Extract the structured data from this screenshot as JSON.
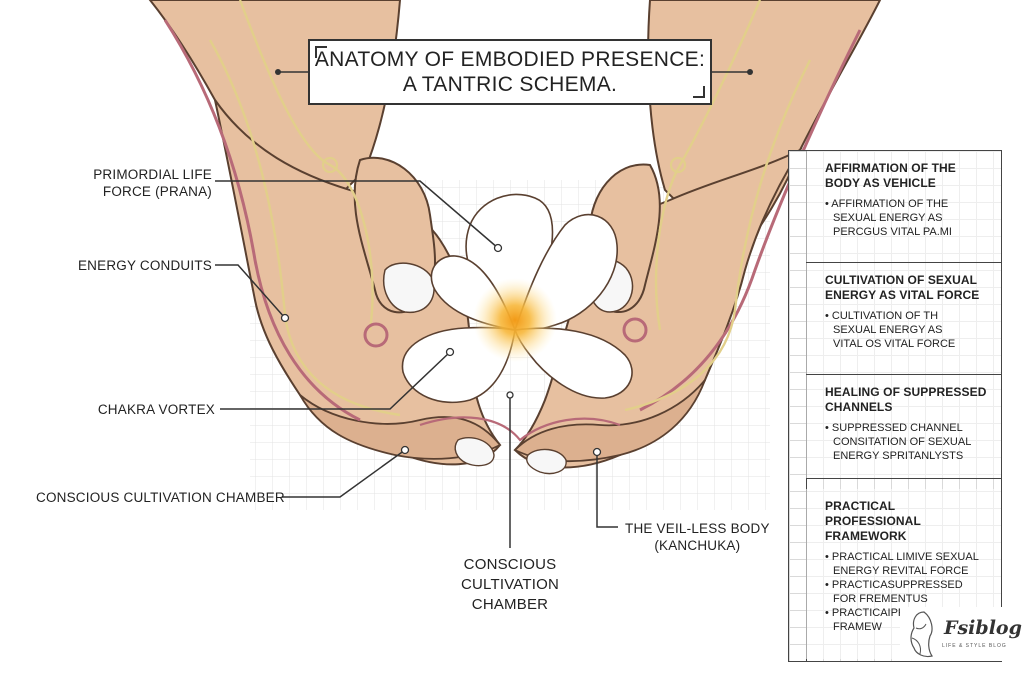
{
  "title": {
    "line1": "ANATOMY OF EMBODIED PRESENCE:",
    "line2": "A TANTRIC SCHEMA."
  },
  "labels": {
    "primordial_line1": "PRIMORDIAL LIFE",
    "primordial_line2": "FORCE (PRANA)",
    "energy_conduits": "ENERGY CONDUITS",
    "chakra_vortex": "CHAKRA VORTEX",
    "chamber_left": "CONSCIOUS CULTIVATION CHAMBER",
    "chamber_center_1": "CONSCIOUS",
    "chamber_center_2": "CULTIVATION",
    "chamber_center_3": "CHAMBER",
    "veil_line1": "THE VEIL-LESS BODY",
    "veil_line2": "(KANCHUKA)"
  },
  "panel": {
    "sections": [
      {
        "heading": [
          "AFFIRMATION OF THE",
          "BODY AS VEHICLE"
        ],
        "bullets": [
          [
            "• AFFIRMATION OF THE",
            "SEXUAL ENERGY AS",
            "PERCGUS VITAL PA.MI"
          ]
        ]
      },
      {
        "heading": [
          "CULTIVATION OF SEXUAL",
          "ENERGY AS VITAL FORCE"
        ],
        "bullets": [
          [
            "• CULTIVATION OF TH",
            "SEXUAL ENERGY AS",
            "VITAL OS VITAL FORCE"
          ]
        ]
      },
      {
        "heading": [
          "HEALING OF SUPPRESSED",
          "CHANNELS"
        ],
        "bullets": [
          [
            "• SUPPRESSED CHANNEL",
            "CONSITATION OF SEXUAL",
            "ENERGY SPRITANLYSTS"
          ]
        ]
      },
      {
        "heading": [
          "PRACTICAL PROFESSIONAL",
          "FRAMEWORK"
        ],
        "bullets": [
          [
            "• PRACTICAL LIMIVE SEXUAL",
            "ENERGY REVITAL FORCE"
          ],
          [
            "• PRACTICASUPPRESSED",
            "FOR FREMENTUS"
          ],
          [
            "• PRACTICAIPROFESSIONAL",
            "FRAMEW"
          ]
        ]
      }
    ]
  },
  "logo": {
    "word": "Fsiblog",
    "tagline": "LIFE & STYLE BLOG"
  },
  "colors": {
    "skin": "#e7c0a0",
    "skin_shadow": "#c99b7c",
    "outline": "#5a4030",
    "vein": "#b86a78",
    "nadi": "#e2cf8a",
    "petal": "#ffffff",
    "glow": "#f7a521"
  }
}
